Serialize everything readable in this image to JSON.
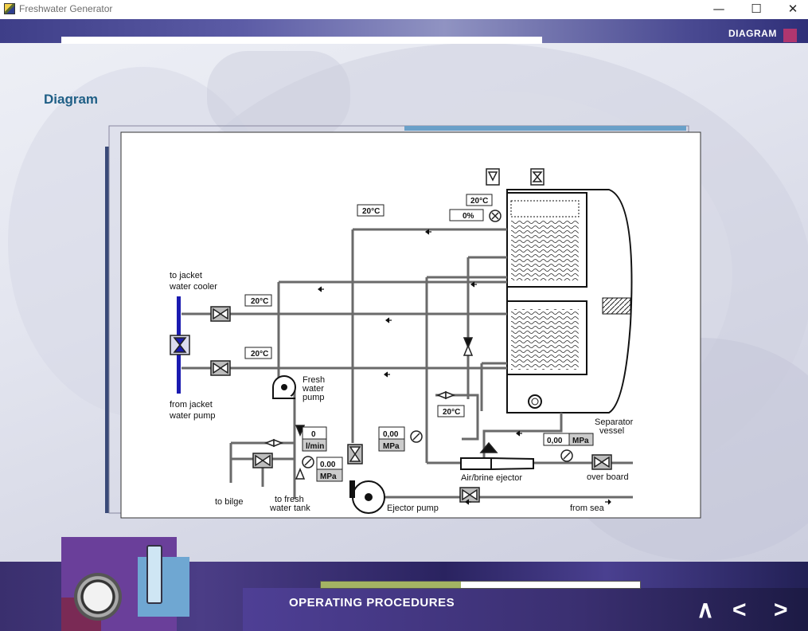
{
  "window": {
    "title": "Freshwater Generator",
    "minimize_glyph": "—",
    "maximize_glyph": "☐",
    "close_glyph": "✕"
  },
  "header": {
    "section_label": "DIAGRAM"
  },
  "page": {
    "title": "Diagram"
  },
  "diagram": {
    "labels": {
      "to_jacket_1": "to jacket",
      "to_jacket_2": "water cooler",
      "from_jacket_1": "from jacket",
      "from_jacket_2": "water pump",
      "fresh_pump_1": "Fresh",
      "fresh_pump_2": "water",
      "fresh_pump_3": "pump",
      "to_bilge": "to bilge",
      "to_fresh_1": "to fresh",
      "to_fresh_2": "water tank",
      "ejector_pump": "Ejector pump",
      "air_brine": "Air/brine ejector",
      "over_board": "over board",
      "from_sea": "from sea",
      "separator_1": "Separator",
      "separator_2": "vessel"
    },
    "readouts": {
      "temp_top": "20°C",
      "temp_vessel": "20°C",
      "level_vessel": "0%",
      "temp_upper_line": "20°C",
      "temp_lower_line": "20°C",
      "temp_condenser": "20°C",
      "flow_value": "0",
      "flow_unit": "l/min",
      "press_fresh_value": "0.00",
      "press_fresh_unit": "MPa",
      "press_ejector_value": "0,00",
      "press_ejector_unit": "MPa",
      "press_overboard_value": "0,00",
      "press_overboard_unit": "MPa"
    }
  },
  "footer": {
    "section_label": "OPERATING PROCEDURES",
    "progress": 0.44,
    "nav": {
      "up": "∧",
      "back": "<",
      "next": ">"
    }
  },
  "colors": {
    "accent": "#b0366f",
    "title": "#1f5f86",
    "progress": "#a4b463",
    "jacket_pipe": "#1b1bb0"
  }
}
